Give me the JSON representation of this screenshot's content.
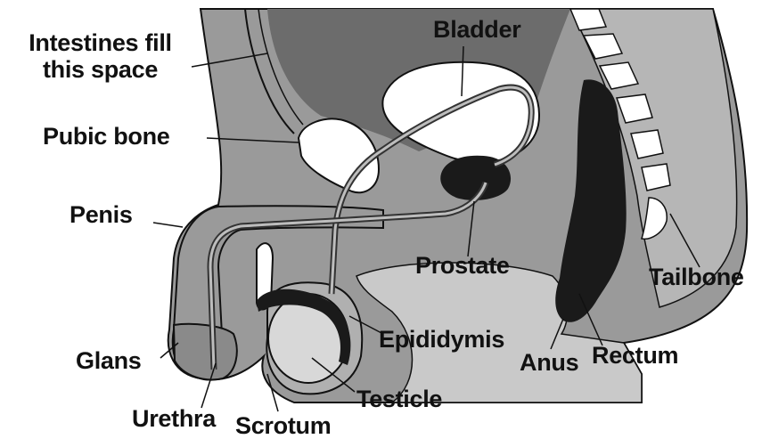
{
  "labels": {
    "intestines_line1": "Intestines fill",
    "intestines_line2": "this space",
    "bladder": "Bladder",
    "pubic_bone": "Pubic bone",
    "penis": "Penis",
    "prostate": "Prostate",
    "tailbone": "Tailbone",
    "epididymis": "Epididymis",
    "glans": "Glans",
    "anus": "Anus",
    "rectum": "Rectum",
    "testicle": "Testicle",
    "urethra": "Urethra",
    "scrotum": "Scrotum"
  },
  "colors": {
    "body_gray": "#9a9a9a",
    "dark_gray": "#6c6c6c",
    "light_gray": "#c9c9c9",
    "organ_dark": "#1a1a1a",
    "bone_white": "#ffffff",
    "outline": "#111111"
  }
}
